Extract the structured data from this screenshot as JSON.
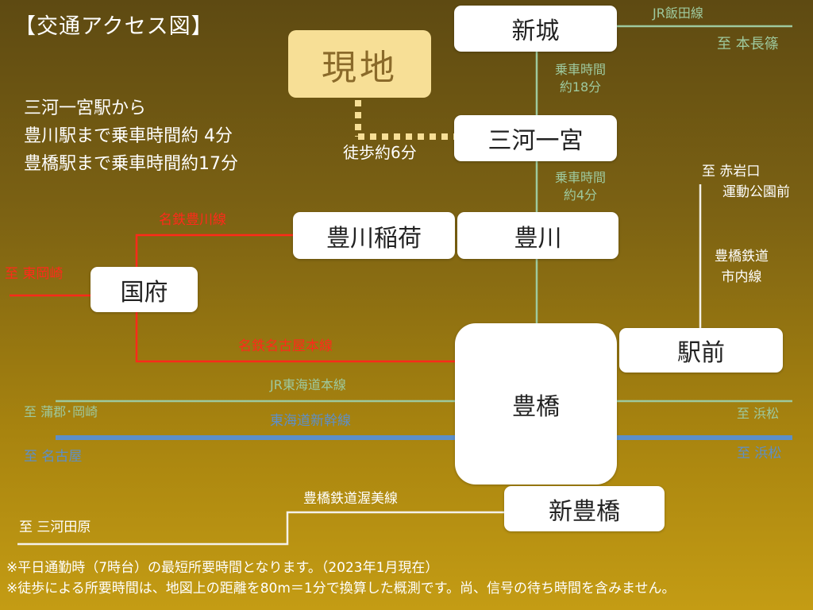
{
  "title": "【交通アクセス図】",
  "current_location": "現地",
  "info_lines": [
    "三河一宮駅から",
    "豊川駅まで乗車時間約 4分",
    "豊橋駅まで乗車時間約17分"
  ],
  "stations": {
    "shinshiro": "新城",
    "mikawa_ichinomiya": "三河一宮",
    "toyokawa_inari": "豊川稲荷",
    "toyokawa": "豊川",
    "kou": "国府",
    "toyohashi": "豊橋",
    "ekimae": "駅前",
    "shin_toyohashi": "新豊橋"
  },
  "lines": {
    "jr_iida": "JR飯田線",
    "meitetsu_toyokawa": "名鉄豊川線",
    "meitetsu_nagoya": "名鉄名古屋本線",
    "jr_tokaido": "JR東海道本線",
    "shinkansen": "東海道新幹線",
    "toyotetsu_shinai": [
      "豊橋鉄道",
      "市内線"
    ],
    "toyotetsu_atsumi": "豊橋鉄道渥美線"
  },
  "ride_times": {
    "shinshiro_ichinomiya": [
      "乗車時間",
      "約18分"
    ],
    "ichinomiya_toyokawa": [
      "乗車時間",
      "約4分"
    ]
  },
  "walk_time": "徒歩約6分",
  "destinations": {
    "honnagashino": "至 本長篠",
    "higashi_okazaki": "至 東岡崎",
    "akaiwaguchi": [
      "至 赤岩口",
      "運動公園前"
    ],
    "gamagori_okazaki": "至 蒲郡･岡崎",
    "nagoya": "至 名古屋",
    "hamamatsu_jr": "至 浜松",
    "hamamatsu_shinkansen": "至 浜松",
    "mikawa_tahara": "至 三河田原"
  },
  "notes": [
    "※平日通勤時（7時台）の最短所要時間となります。（2023年1月現在）",
    "※徒歩による所要時間は、地図上の距離を80m＝1分で換算した概測です。尚、信号の待ち時間を含みません。"
  ],
  "colors": {
    "jr_line": "#9ec99e",
    "meitetsu_line": "#ff2a1a",
    "shinkansen_line": "#5d8fc8",
    "toyotetsu_line": "#f4f1ea",
    "walk_path": "#f7df96",
    "box": "#ffffff",
    "current_location_box": "#f7df96"
  }
}
